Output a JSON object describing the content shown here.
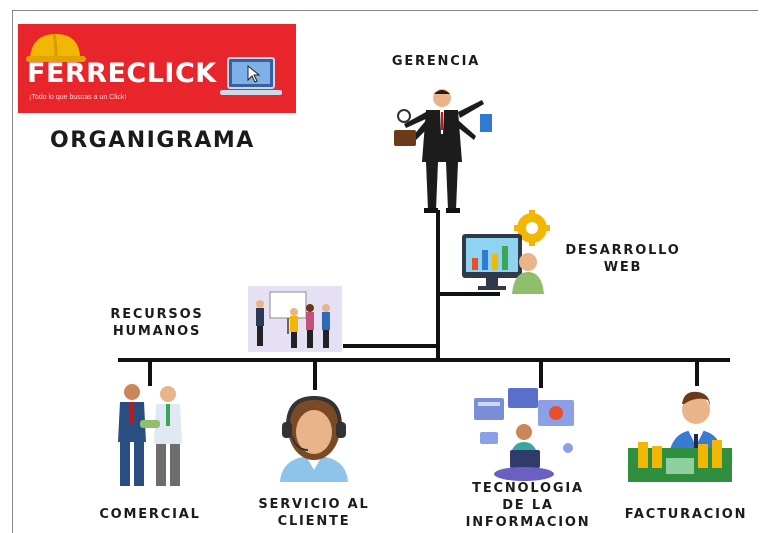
{
  "brand": {
    "name": "FERRECLICK",
    "tagline": "¡Todo lo que buscas a un Click!"
  },
  "title": "ORGANIGRAMA",
  "nodes": {
    "gerencia": "GERENCIA",
    "desarrollo_web": "DESARROLLO\nWEB",
    "recursos_humanos": "RECURSOS\nHUMANOS",
    "comercial": "COMERCIAL",
    "servicio_cliente": "SERVICIO AL\nCLIENTE",
    "tecnologia": "TECNOLOGIA\nDE LA\nINFORMACION",
    "facturacion": "FACTURACION"
  },
  "colors": {
    "brand_red": "#e8252b",
    "line": "#111111"
  },
  "icons": [
    "hard-hat-icon",
    "laptop-cursor-icon",
    "executive-icon",
    "web-developer-icon",
    "team-meeting-icon",
    "handshake-icon",
    "call-center-icon",
    "tech-workstation-icon",
    "billing-icon"
  ]
}
